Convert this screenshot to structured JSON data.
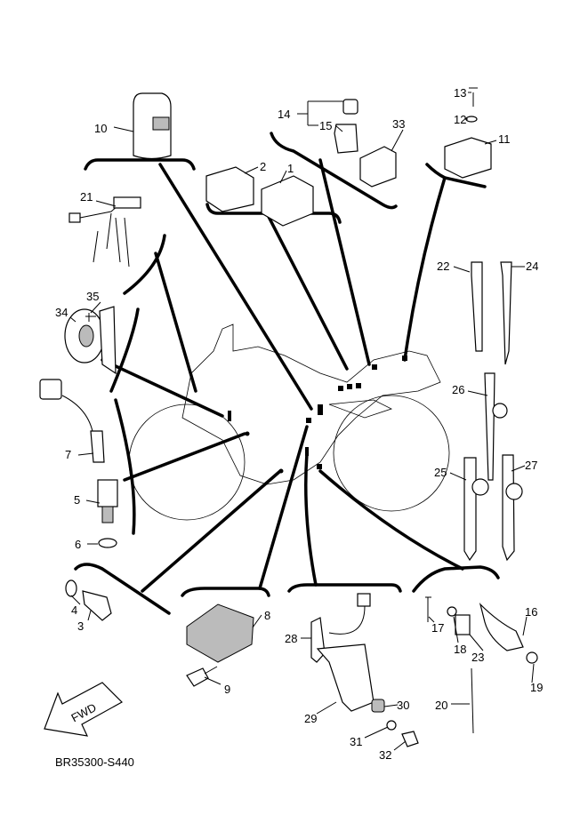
{
  "diagram": {
    "code": "BR35300-S440",
    "fwd_label": "FWD",
    "part_numbers": [
      "1",
      "2",
      "3",
      "4",
      "5",
      "6",
      "7",
      "8",
      "9",
      "10",
      "11",
      "12",
      "13",
      "14",
      "15",
      "16",
      "17",
      "18",
      "19",
      "20",
      "21",
      "22",
      "23",
      "24",
      "25",
      "26",
      "27",
      "28",
      "29",
      "30",
      "31",
      "32",
      "33",
      "34",
      "35"
    ]
  }
}
